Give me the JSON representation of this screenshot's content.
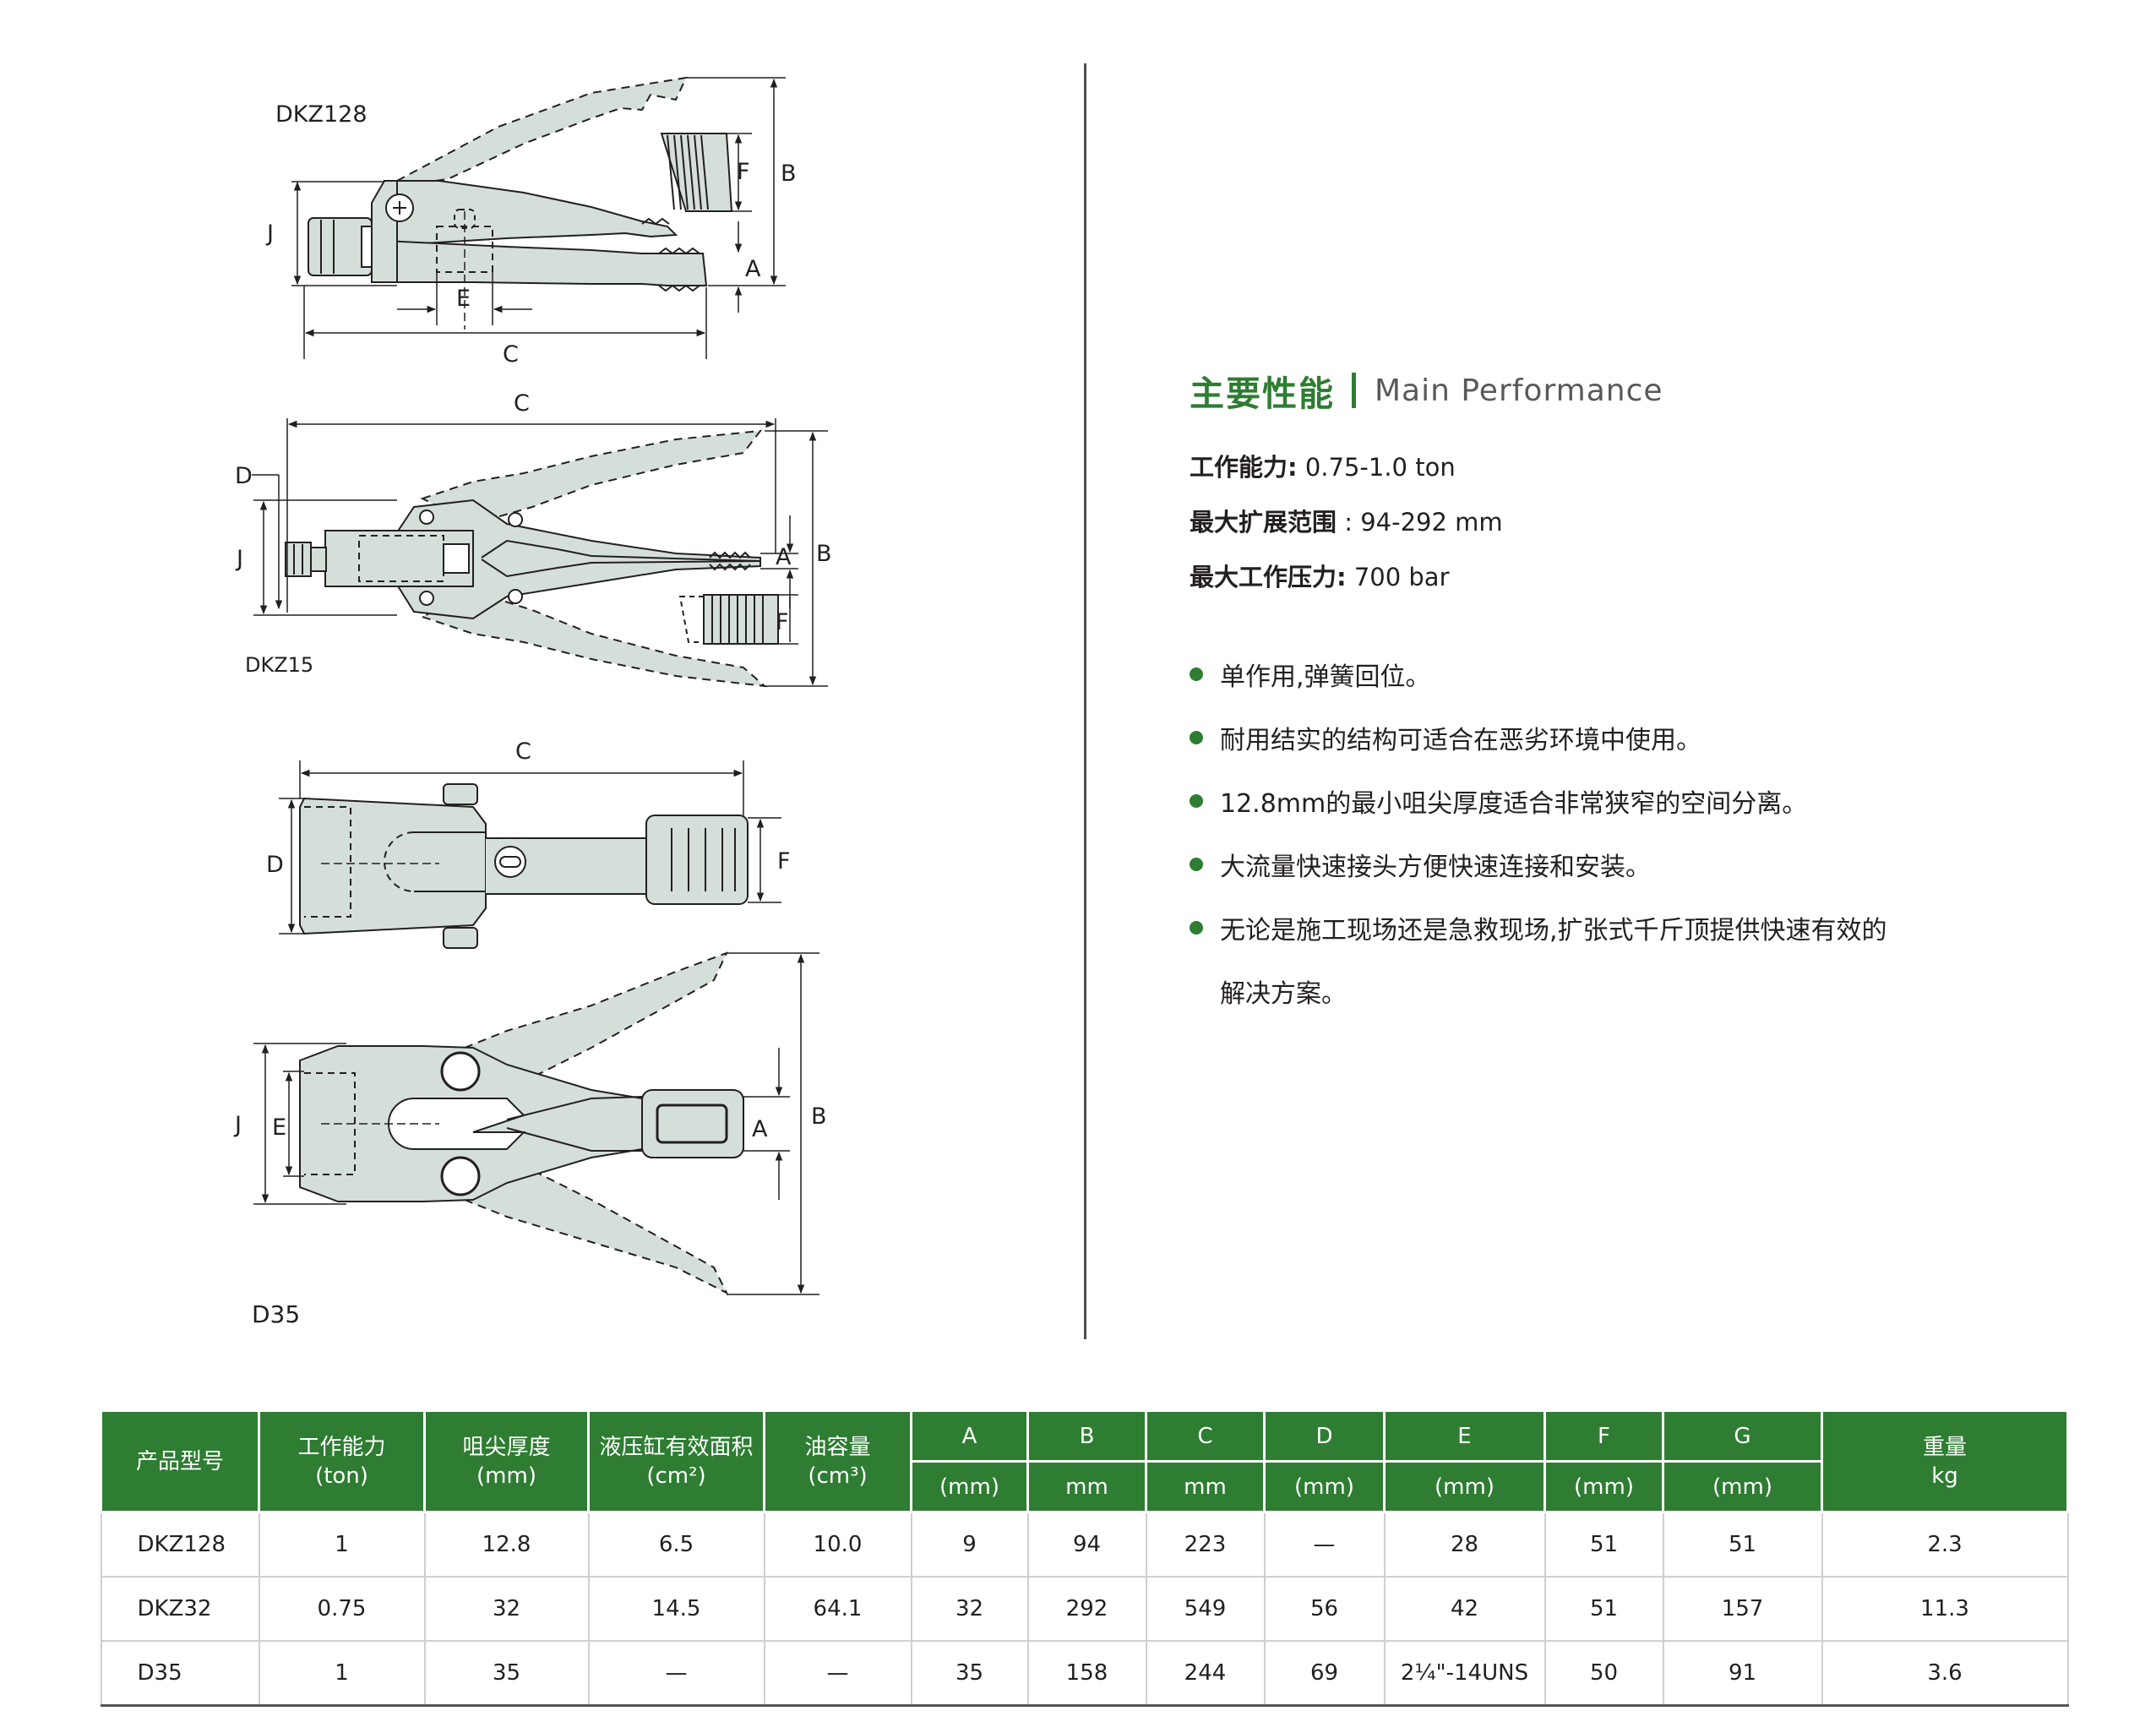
{
  "diagrams": {
    "d1": {
      "model": "DKZ128",
      "labels": {
        "J": "J",
        "E": "E",
        "C": "C",
        "F": "F",
        "B": "B",
        "A": "A"
      }
    },
    "d2": {
      "model": "DKZ15",
      "labels": {
        "C": "C",
        "D": "D",
        "J": "J",
        "A": "A",
        "B": "B",
        "F": "F"
      }
    },
    "d3": {
      "labels": {
        "C": "C",
        "D": "D",
        "F": "F"
      }
    },
    "d4": {
      "model": "D35",
      "labels": {
        "J": "J",
        "E": "E",
        "A": "A",
        "B": "B"
      }
    }
  },
  "performance": {
    "title_cn": "主要性能",
    "title_en": "Main Performance",
    "specs": [
      {
        "label": "工作能力:",
        "value": " 0.75-1.0 ton"
      },
      {
        "label": "最大扩展范围",
        "value": " : 94-292 mm"
      },
      {
        "label": "最大工作压力:",
        "value": " 700 bar"
      }
    ],
    "bullets": [
      "单作用,弹簧回位。",
      "耐用结实的结构可适合在恶劣环境中使用。",
      "12.8mm的最小咀尖厚度适合非常狭窄的空间分离。",
      "大流量快速接头方便快速连接和安装。",
      "无论是施工现场还是急救现场,扩张式千斤顶提供快速有效的"
    ],
    "bullet_continuation": "解决方案。"
  },
  "table": {
    "headers": [
      {
        "line1": "产品型号",
        "line2": ""
      },
      {
        "line1": "工作能力",
        "line2": "(ton)"
      },
      {
        "line1": "咀尖厚度",
        "line2": "(mm)"
      },
      {
        "line1": "液压缸有效面积",
        "line2": "(cm²)"
      },
      {
        "line1": "油容量",
        "line2": "(cm³)"
      }
    ],
    "dim_headers": [
      {
        "letter": "A",
        "unit": "(mm)"
      },
      {
        "letter": "B",
        "unit": "mm"
      },
      {
        "letter": "C",
        "unit": "mm"
      },
      {
        "letter": "D",
        "unit": "(mm)"
      },
      {
        "letter": "E",
        "unit": "(mm)"
      },
      {
        "letter": "F",
        "unit": "(mm)"
      },
      {
        "letter": "G",
        "unit": "(mm)"
      }
    ],
    "weight_header": {
      "line1": "重量",
      "line2": "kg"
    },
    "rows": [
      [
        "DKZ128",
        "1",
        "12.8",
        "6.5",
        "10.0",
        "9",
        "94",
        "223",
        "—",
        "28",
        "51",
        "51",
        "2.3"
      ],
      [
        "DKZ32",
        "0.75",
        "32",
        "14.5",
        "64.1",
        "32",
        "292",
        "549",
        "56",
        "42",
        "51",
        "157",
        "11.3"
      ],
      [
        "D35",
        "1",
        "35",
        "—",
        "—",
        "35",
        "158",
        "244",
        "69",
        "2¼\"-14UNS",
        "50",
        "91",
        "3.6"
      ]
    ]
  }
}
